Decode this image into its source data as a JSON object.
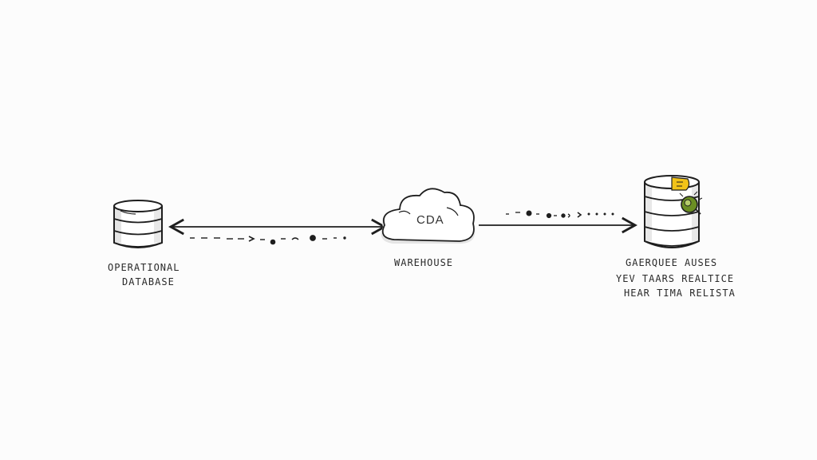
{
  "nodes": {
    "operational_db": {
      "label_line1": "OPERATIONAL",
      "label_line2": "DATABASE"
    },
    "warehouse": {
      "cloud_text": "CDA",
      "label": "WAREHOUSE"
    },
    "analytics_db": {
      "label_line1": "GAERQUEE AUSES",
      "label_line2": "YEV TAARS REALTICE",
      "label_line3": "HEAR TIMA RELISTA"
    }
  },
  "colors": {
    "ink": "#1e1e1e",
    "accent_green": "#6b8e23",
    "accent_yellow": "#f2c318",
    "shade": "#d9d9d9"
  }
}
